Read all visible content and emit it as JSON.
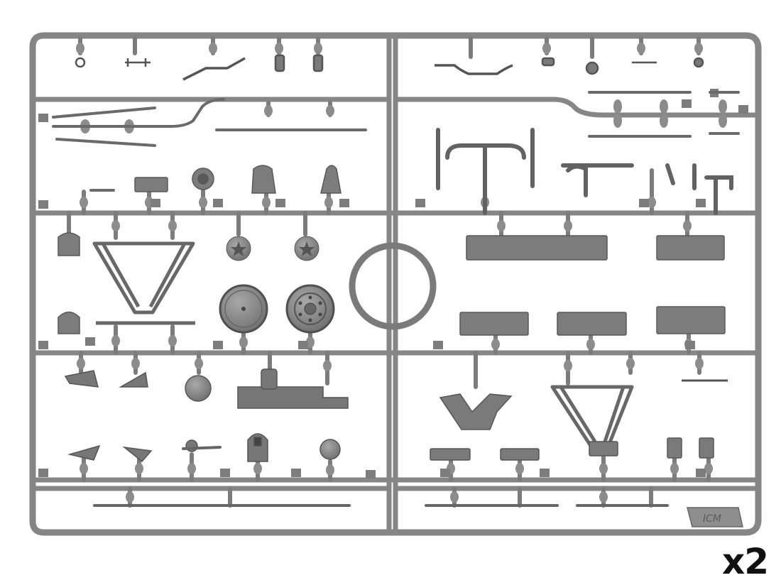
{
  "photo": {
    "subject": "sprue",
    "quantity_label": "x2",
    "logo_text": "ICM",
    "colors": {
      "background": "#ffffff",
      "plastic": "#8a8a8a",
      "plastic_dark": "#5f5f5f",
      "plastic_light": "#a4a4a4"
    }
  }
}
